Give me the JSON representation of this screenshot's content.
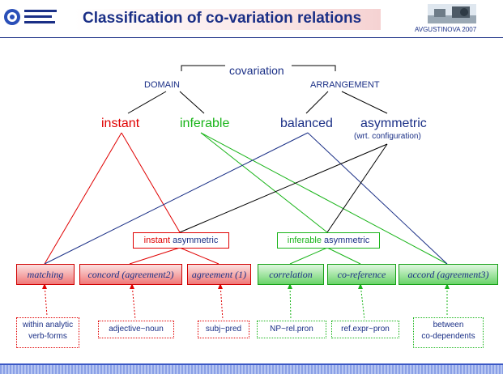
{
  "header": {
    "title": "Classification of co-variation relations",
    "credit": "AVGUSTINOVA 2007",
    "logo_name": "university-logo",
    "photo_name": "header-photo"
  },
  "tree": {
    "root": "covariation",
    "domain": "DOMAIN",
    "arrangement": "ARRANGEMENT",
    "instant": "instant",
    "inferable": "inferable",
    "balanced": "balanced",
    "asymmetric": "asymmetric",
    "asymmetric_note": "(wrt. configuration)"
  },
  "intermediate": {
    "instant_asym_a": "instant",
    "instant_asym_b": "asymmetric",
    "inferable_asym_a": "inferable",
    "inferable_asym_b": "asymmetric"
  },
  "categories": [
    {
      "label": "matching",
      "group": "instant"
    },
    {
      "label": "concord (agreement2)",
      "group": "instant"
    },
    {
      "label": "agreement (1)",
      "group": "instant"
    },
    {
      "label": "correlation",
      "group": "inferable"
    },
    {
      "label": "co-reference",
      "group": "inferable"
    },
    {
      "label": "accord (agreement3)",
      "group": "inferable"
    }
  ],
  "examples": [
    {
      "line1": "within analytic",
      "line2": "verb-forms"
    },
    {
      "line1": "adjective~noun"
    },
    {
      "line1": "subj~pred"
    },
    {
      "line1": "NP~rel.pron"
    },
    {
      "line1": "ref.expr~pron"
    },
    {
      "line1": "between",
      "line2": "co-dependents"
    }
  ],
  "colors": {
    "instant": "#e00000",
    "inferable": "#19b419",
    "structure": "#1a2f86",
    "asymmetric": "#000000"
  }
}
